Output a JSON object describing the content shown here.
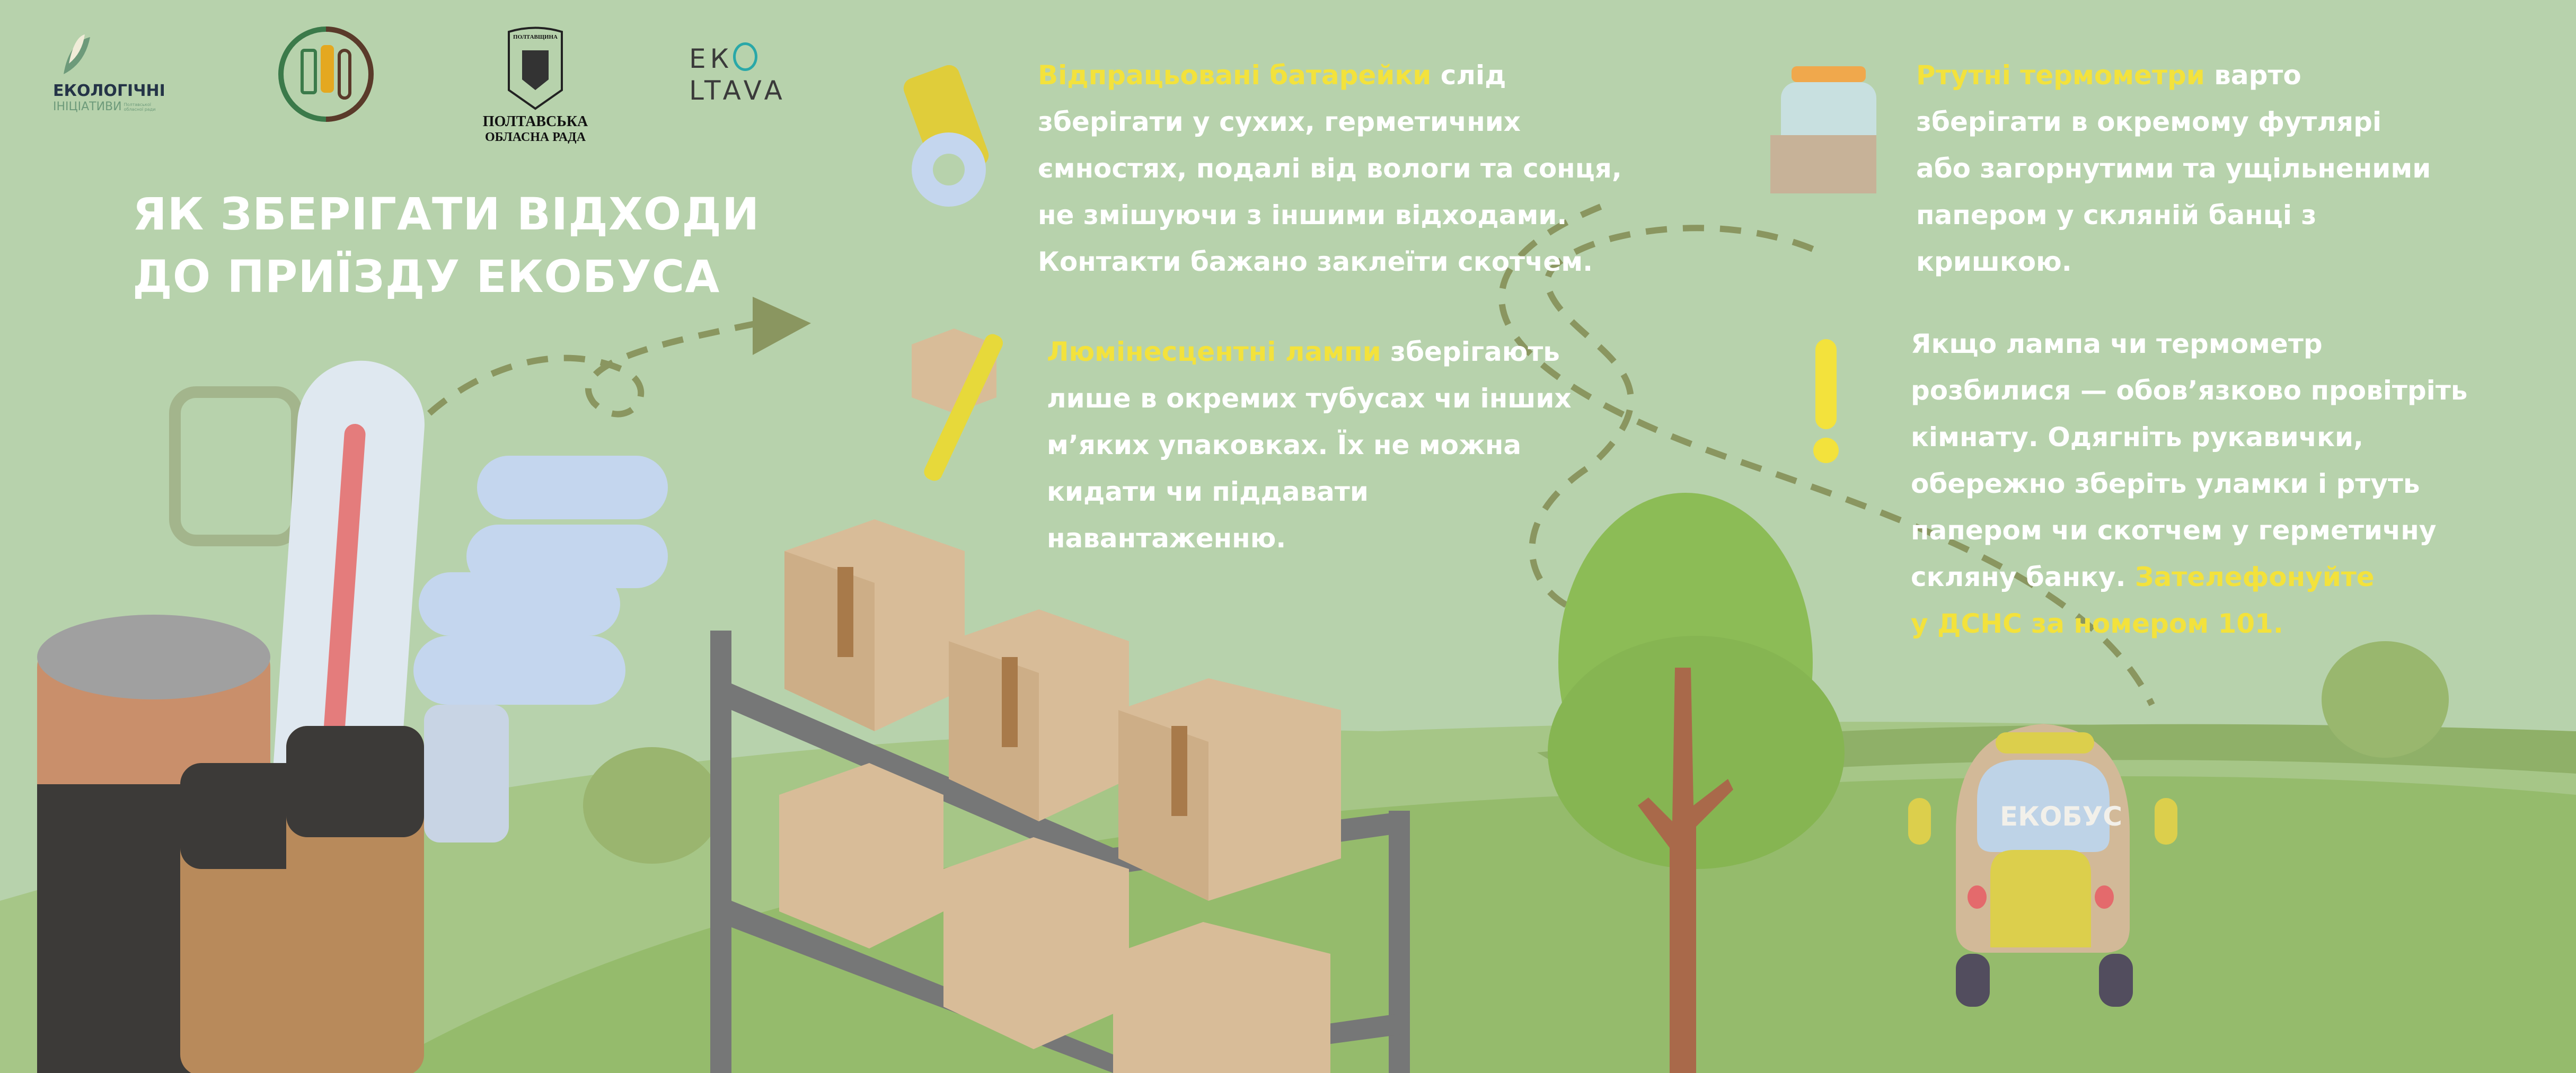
{
  "logos": {
    "eco_initiatives": {
      "line1": "ЕКОЛОГІЧНІ",
      "line2": "ІНІЦІАТИВИ",
      "line3": "Полтавської обласної ради"
    },
    "council": {
      "emblem_text": "ПОЛТАВЩИНА",
      "line1": "ПОЛТАВСЬКА",
      "line2": "ОБЛАСНА РАДА"
    },
    "ekoltava": {
      "line1": "ЕК",
      "line2": "LTAVA"
    }
  },
  "title": {
    "line1": "ЯК ЗБЕРІГАТИ ВІДХОДИ",
    "line2": "ДО ПРИЇЗДУ ЕКОБУСА"
  },
  "batteries": {
    "highlight": "Відпрацьовані батарейки",
    "lines": [
      " слід",
      "зберігати у сухих, герметичних",
      "ємностях, подалі від вологи та сонця,",
      "не змішуючи з іншими відходами.",
      "Контакти бажано заклеїти скотчем."
    ]
  },
  "lamps": {
    "highlight": "Люмінесцентні лампи",
    "lines": [
      " зберігають",
      "лише в окремих тубусах чи інших",
      "м’яких упаковках. Їх не можна",
      "кидати чи піддавати",
      "навантаженню."
    ]
  },
  "thermometers": {
    "highlight": "Ртутні термометри",
    "lines": [
      " варто",
      "зберігати в окремому футлярі",
      "або загорнутими та ущільненими",
      "папером у скляній банці з",
      "кришкою."
    ]
  },
  "broken": {
    "lines": [
      "Якщо лампа чи термометр",
      "розбилися — обов’язково провітріть",
      "кімнату. Одягніть рукавички,",
      "обережно зберіть уламки і ртуть",
      "папером чи скотчем у герметичну",
      "скляну банку. "
    ],
    "highlight1": "Зателефонуйте",
    "highlight2": "у ДСНС за номером 101."
  },
  "bus": {
    "label": "ЕКОБУС"
  },
  "colors": {
    "background": "#b7d2ac",
    "highlight": "#f3e23c",
    "hill": "#8fb868",
    "bus_body": "#d2b998",
    "bus_yellow": "#dccf4c"
  }
}
